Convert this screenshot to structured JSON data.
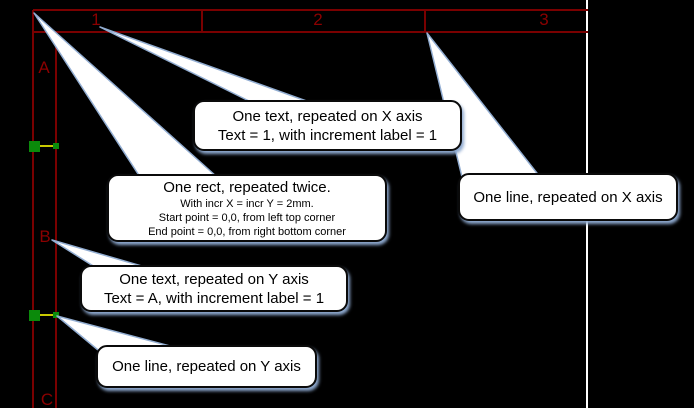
{
  "colors": {
    "canvas_background": "#000000",
    "frame_line": "#7a0000",
    "grid_label": "#8b0000",
    "page_edge": "#ffffff",
    "selected_segment": "#c9c900",
    "selection_handle": "#0b8a0b",
    "callout_fill": "#ffffff",
    "callout_border": "#0a0a0a",
    "callout_shadow": "#8ea9cf"
  },
  "sheet": {
    "column_labels": [
      "1",
      "2",
      "3"
    ],
    "row_labels": [
      "A",
      "B",
      "C"
    ]
  },
  "callouts": {
    "text_x": {
      "lines": [
        "One text, repeated on X axis",
        "Text = 1, with increment label = 1"
      ]
    },
    "rect": {
      "lines": [
        "One rect, repeated twice.",
        "With incr X = incr Y = 2mm.",
        "Start point = 0,0, from left top corner",
        "End point = 0,0, from right bottom corner"
      ]
    },
    "line_x": {
      "lines": [
        "One line, repeated on X axis"
      ]
    },
    "text_y": {
      "lines": [
        "One text, repeated on Y axis",
        "Text = A, with increment label = 1"
      ]
    },
    "line_y": {
      "lines": [
        "One line, repeated on Y axis"
      ]
    }
  }
}
